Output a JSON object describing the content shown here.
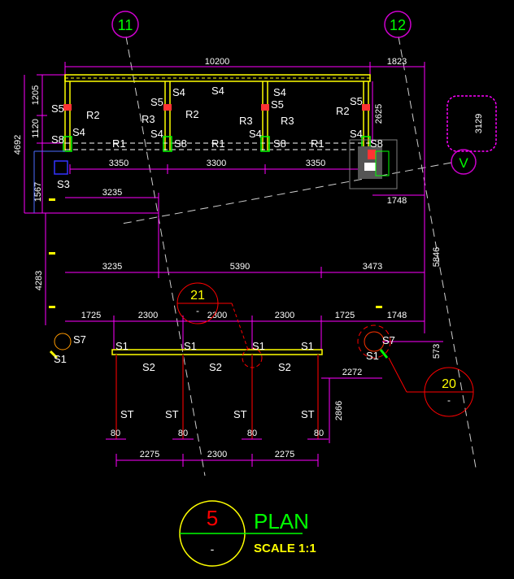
{
  "grid_bubbles": {
    "g11": "11",
    "g12": "12",
    "gV": "V"
  },
  "title_block": {
    "number": "5",
    "sub": "-",
    "title": "PLAN",
    "scale": "SCALE 1:1"
  },
  "detail_markers": {
    "d21_num": "21",
    "d21_sub": "-",
    "d20_num": "20",
    "d20_sub": "-"
  },
  "dims": {
    "top": "10200",
    "top_right": "1823",
    "left_1205": "1205",
    "left_1120": "1120",
    "left_4692": "4692",
    "left_1567": "1567",
    "left_4283": "4283",
    "span_3350a": "3350",
    "span_3300": "3300",
    "span_3350b": "3350",
    "d3235a": "3235",
    "d3235b": "3235",
    "d5390": "5390",
    "d3473": "3473",
    "d1725a": "1725",
    "d2300a": "2300",
    "d2300b": "2300",
    "d2300c": "2300",
    "d1725b": "1725",
    "d1748a": "1748",
    "d1748b": "1748",
    "d2625": "2625",
    "d5846": "5846",
    "d3129": "3129",
    "d573": "573",
    "d2272": "2272",
    "d2866": "2866",
    "b80a": "80",
    "b80b": "80",
    "b80c": "80",
    "b80d": "80",
    "b2275a": "2275",
    "b2300": "2300",
    "b2275b": "2275"
  },
  "labels": {
    "S5a": "S5",
    "R2a": "R2",
    "S4a": "S4",
    "S8a": "S8",
    "S3": "S3",
    "S4b": "S4",
    "S5b": "S5",
    "R3a": "R3",
    "R2b": "R2",
    "S4c": "S4",
    "S8b": "S8",
    "S4top": "S4",
    "S4d": "S4",
    "S5c": "S5",
    "R3b": "R3",
    "R3c": "R3",
    "S4e": "S4",
    "S8c": "S8",
    "S5d": "S5",
    "R2c": "R2",
    "S4f": "S4",
    "S8d": "S8",
    "R1a": "R1",
    "R1b": "R1",
    "R1c": "R1",
    "S7a": "S7",
    "S1a": "S1",
    "S7b": "S7",
    "S1b": "S1",
    "S1c": "S1",
    "S1d": "S1",
    "S1e": "S1",
    "S1f": "S1",
    "S2a": "S2",
    "S2b": "S2",
    "S2c": "S2",
    "STa": "ST",
    "STb": "ST",
    "STc": "ST",
    "STd": "ST"
  },
  "colors": {
    "bg": "#000000",
    "dim": "#ff00ff",
    "steel": "#ffff00",
    "column": "#00ff00",
    "bubble": "#cc00cc",
    "marker": "#ff0000"
  }
}
